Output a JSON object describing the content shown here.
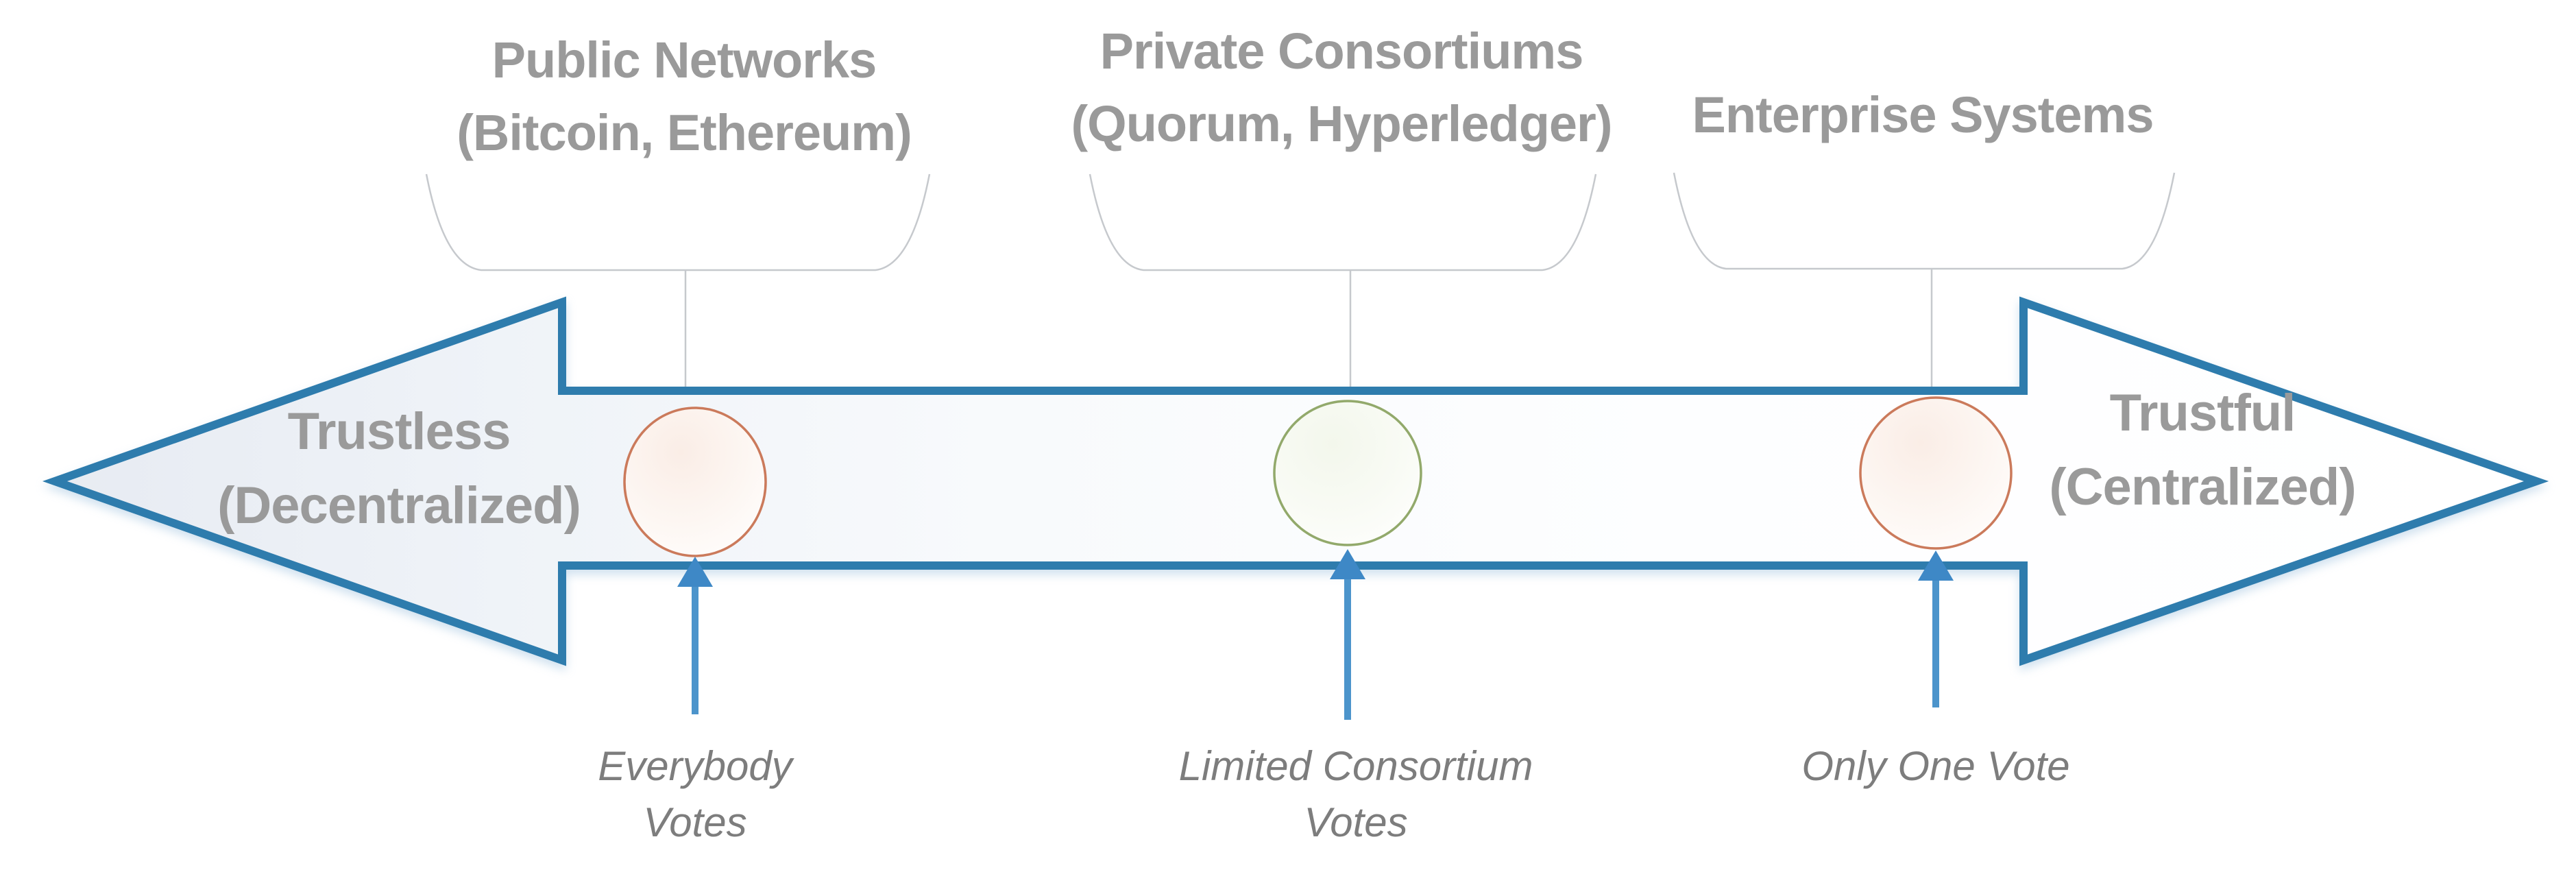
{
  "diagram": {
    "title_implicit": "Blockchain trust spectrum",
    "spectrum_arrow": {
      "left_label": {
        "line1": "Trustless",
        "line2": "(Decentralized)"
      },
      "right_label": {
        "line1": "Trustful",
        "line2": "(Centralized)"
      },
      "border_color": "#2E7CAD",
      "fill_left": "#E8ECF3",
      "fill_right": "#FFFFFF"
    },
    "groups": [
      {
        "label_line1": "Public Networks",
        "label_line2": "(Bitcoin, Ethereum)",
        "node": {
          "stroke": "#CB7A5B",
          "fill_tint": "#FAEDE6"
        },
        "vote_line1": "Everybody",
        "vote_line2": "Votes"
      },
      {
        "label_line1": "Private Consortiums",
        "label_line2": "(Quorum, Hyperledger)",
        "node": {
          "stroke": "#92A96B",
          "fill_tint": "#F3F7EC"
        },
        "vote_line1": "Limited Consortium",
        "vote_line2": "Votes"
      },
      {
        "label_line1": "Enterprise Systems",
        "label_line2": "",
        "node": {
          "stroke": "#CB7A5B",
          "fill_tint": "#FAEDE6"
        },
        "vote_line1": "Only One Vote",
        "vote_line2": ""
      }
    ],
    "pointer_arrow_color": "#3E88C6",
    "pointer_stem_color": "#4C94CB",
    "brace_color": "#C6C9CD",
    "text_colors": {
      "headers": "#9A9A9A",
      "votes": "#7D7D7D"
    }
  }
}
